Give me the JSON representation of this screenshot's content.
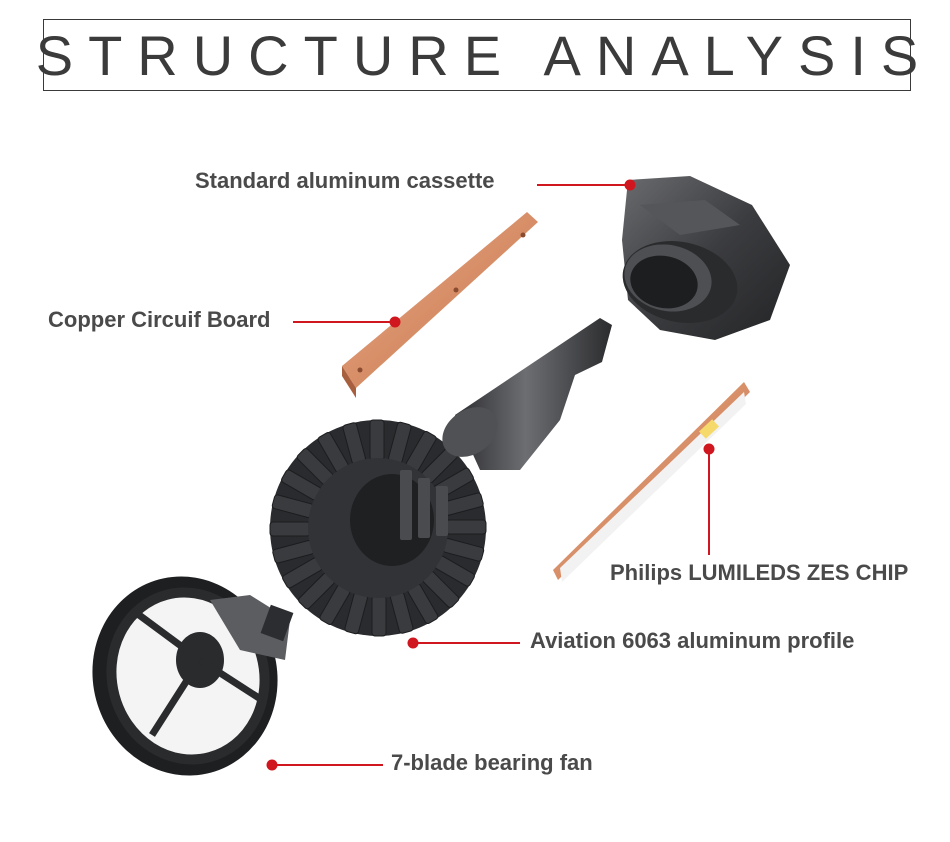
{
  "title": "STRUCTURE ANALYSIS",
  "labels": {
    "cassette": "Standard aluminum cassette",
    "circuit_board": "Copper Circuif Board",
    "chip": "Philips LUMILEDS ZES CHIP",
    "profile": "Aviation 6063 aluminum profile",
    "fan": "7-blade bearing fan"
  },
  "colors": {
    "leader": "#d0161e",
    "metal_dark": "#3d3e41",
    "copper": "#d9926d",
    "text": "#4a4a4a"
  }
}
